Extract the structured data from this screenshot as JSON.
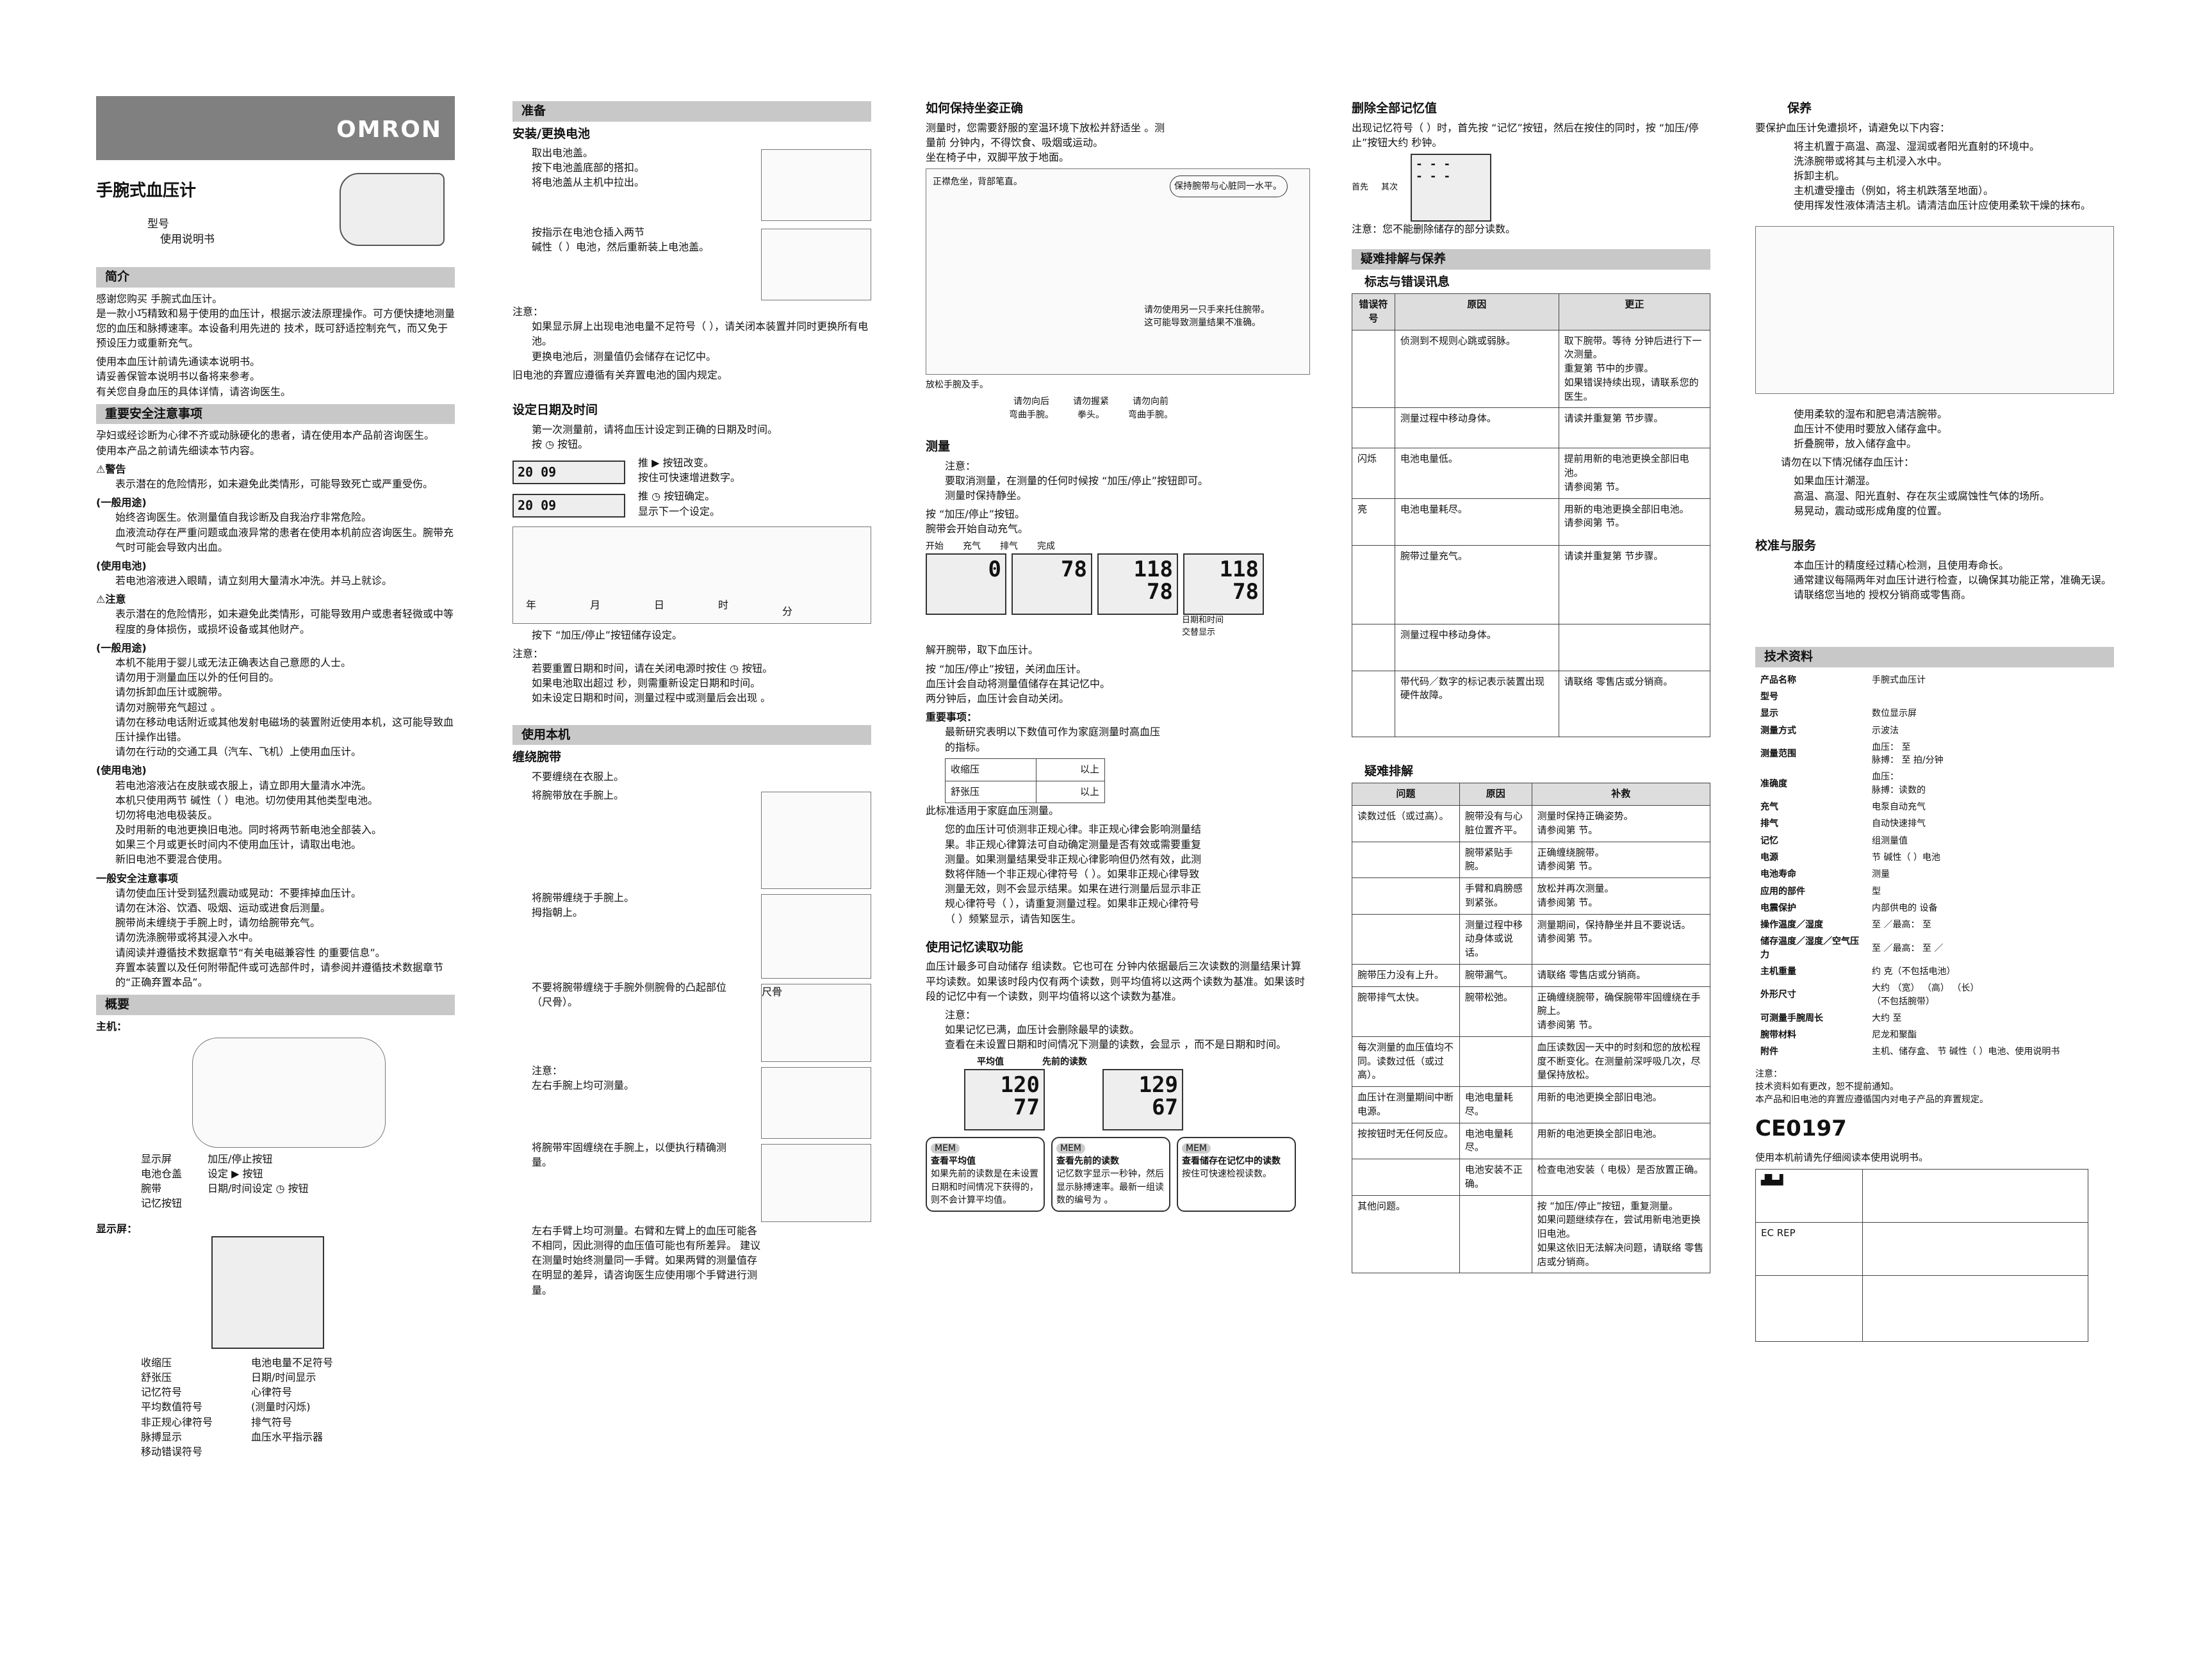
{
  "brand": "OMRON",
  "col1": {
    "title": "手腕式血压计",
    "model": "型号",
    "manual": "使用说明书",
    "intro_h": "简介",
    "intro": "感谢您购买                                        手腕式血压计。\n                    是一款小巧精致和易于使用的血压计，根据示波法原理操作。可方便快捷地测量您的血压和脉搏速率。本设备利用先进的                      技术，既可舒适控制充气，而又免于预设压力或重新充气。",
    "intro2": "使用本血压计前请先通读本说明书。\n请妥善保管本说明书以备将来参考。\n有关您自身血压的具体详情，请咨询医生。",
    "safety_h": "重要安全注意事项",
    "safety": "孕妇或经诊断为心律不齐或动脉硬化的患者，请在使用本产品前咨询医生。\n使用本产品之前请先细读本节内容。",
    "warn": "⚠警告",
    "warn_t": "表示潜在的危险情形，如未避免此类情形，可能导致死亡或严重受伤。",
    "g1": "(一般用途)",
    "g1_t": "始终咨询医生。依测量值自我诊断及自我治疗非常危险。\n血液流动存在严重问题或血液异常的患者在使用本机前应咨询医生。腕带充气时可能会导致内出血。",
    "g2": "(使用电池)",
    "g2_t": "若电池溶液进入眼睛，请立刻用大量清水冲洗。并马上就诊。",
    "caution": "⚠注意",
    "caution_t": "表示潜在的危险情形，如未避免此类情形，可能导致用户或患者轻微或中等程度的身体损伤，或损坏设备或其他财产。",
    "g3": "(一般用途)",
    "g3_t": "本机不能用于婴儿或无法正确表达自己意愿的人士。\n请勿用于测量血压以外的任何目的。\n请勿拆卸血压计或腕带。\n请勿对腕带充气超过          。\n请勿在移动电话附近或其他发射电磁场的装置附近使用本机，这可能导致血压计操作出错。\n请勿在行动的交通工具（汽车、飞机）上使用血压计。",
    "g4": "(使用电池)",
    "g4_t": "若电池溶液沾在皮肤或衣服上，请立即用大量清水冲洗。\n本机只使用两节          碱性（      ）电池。切勿使用其他类型电池。\n切勿将电池电极装反。\n及时用新的电池更换旧电池。同时将两节新电池全部装入。\n如果三个月或更长时间内不使用血压计，请取出电池。\n新旧电池不要混合使用。",
    "g5": "一般安全注意事项",
    "g5_t": "请勿使血压计受到猛烈震动或晃动：不要摔掉血压计。\n请勿在沐浴、饮酒、吸烟、运动或进食后测量。\n腕带尚未缠绕于手腕上时，请勿给腕带充气。\n请勿洗涤腕带或将其浸入水中。\n请阅读并遵循技术数据章节“有关电磁兼容性            的重要信息”。\n弃置本装置以及任何附带配件或可选部件时，请参阅并遵循技术数据章节的“正确弃置本品”。",
    "overview_h": "概要",
    "main_unit": "主机：",
    "parts_left": "显示屏\n电池仓盖\n腕带\n       记忆按钮",
    "parts_right": "加压/停止按钮\n设定  ▶  按钮\n日期/时间设定  ◷  按钮",
    "display": "显示屏：",
    "disp_left": "收缩压\n舒张压\n记忆符号\n平均数值符号\n非正规心律符号\n脉搏显示\n移动错误符号",
    "disp_right": "电池电量不足符号\n日期/时间显示\n心律符号\n(测量时闪烁)\n排气符号\n血压水平指示器"
  },
  "col2": {
    "prep_h": "准备",
    "bat_h": "安装/更换电池",
    "bat1": "取出电池盖。\n   按下电池盖底部的搭扣。\n   将电池盖从主机中拉出。",
    "bat2": "按指示在电池仓插入两节\n碱性（        ）电池，然后重新装上电池盖。",
    "note_h": "注意：",
    "bat_note": "如果显示屏上出现电池电量不足符号（ ），请关闭本装置并同时更换所有电池。\n更换电池后，测量值仍会储存在记忆中。",
    "bat_dispose": "旧电池的弃置应遵循有关弃置电池的国内规定。",
    "date_h": "设定日期及时间",
    "date1": "第一次测量前，请将血压计设定到正确的日期及时间。\n按  ◷  按钮。",
    "date2": "推  ▶  按钮改变。\n按住可快速增进数字。",
    "date3": "推  ◷  按钮确定。\n显示下一个设定。",
    "lbl_year": "年",
    "lbl_month": "月",
    "lbl_day": "日",
    "lbl_hour": "时",
    "lbl_min": "分",
    "date4": "按下                              “加压/停止”按钮储存设定。",
    "date_note": "若要重置日期和时间，请在关闭电源时按住  ◷  按钮。\n如果电池取出超过        秒，则需重新设定日期和时间。\n如未设定日期和时间，测量过程中或测量后会出现          。",
    "use_h": "使用本机",
    "wrap_h": "缠绕腕带",
    "wrap0": "不要缠绕在衣服上。",
    "wrap1": "将腕带放在手腕上。",
    "wrap2": "将腕带缠绕于手腕上。\n拇指朝上。",
    "wrap3": "不要将腕带缠绕于手腕外侧腕骨的凸起部位（尺骨）。",
    "ulna": "尺骨",
    "wrap4": "注意：\n   左右手腕上均可测量。",
    "wrap5": "将腕带牢固缠绕在手腕上，以便执行精确测量。",
    "wrap6": "左右手臂上均可测量。右臂和左臂上的血压可能各不相同，因此测得的血压值可能也有所差异。                    建议在测量时始终测量同一手臂。如果两臂的测量值存在明显的差异，请咨询医生应使用哪个手臂进行测量。"
  },
  "col3": {
    "posture_h": "如何保持坐姿正确",
    "posture": "测量时，您需要舒服的室温环境下放松并舒适坐          。测量前        分钟内，不得饮食、吸烟或运动。\n坐在椅子中，双脚平放于地面。",
    "posture_a": "正襟危坐，背部笔直。",
    "posture_b": "保持腕带与心脏同一水平。",
    "posture_c": "请勿使用另一只手来托住腕带。\n这可能导致测量结果不准确。",
    "relax": "放松手腕及手。",
    "x1": "请勿向后\n弯曲手腕。",
    "x2": "请勿握紧\n拳头。",
    "x3": "请勿向前\n弯曲手腕。",
    "measure_h": "测量",
    "measure_note": "注意：\n   要取消测量，在测量的任何时候按                                “加压/停止”按钮即可。\n   测量时保持静坐。",
    "measure1": "按                              “加压/停止”按钮。\n腕带会开始自动充气。",
    "st1": "开始",
    "st2": "充气",
    "st3": "排气",
    "st4": "完成",
    "dt_label": "日期和时间\n交替显示",
    "measure2": "解开腕带，取下血压计。",
    "measure3": "按                              “加压/停止”按钮，关闭血压计。\n血压计会自动将测量值储存在其记忆中。\n两分钟后，血压计会自动关闭。",
    "important_h": "重要事项：",
    "important": "最新研究表明以下数值可作为家庭测量时高血压的指标。",
    "bp_rows": [
      [
        "收缩压",
        "以上"
      ],
      [
        "舒张压",
        "以上"
      ]
    ],
    "important2": "此标准适用于家庭血压测量。",
    "irreg": "您的血压计可侦测非正规心律。非正规心律会影响测量结果。非正规心律算法可自动确定测量是否有效或需要重复测量。如果测量结果受非正规心律影响但仍然有效，此测数将伴随一个非正规心律符号（ ）。如果非正规心律导致测量无效，则不会显示结果。如果在进行测量后显示非正规心律符号（ ），请重复测量过程。如果非正规心律符号（ ）频繁显示，请告知医生。",
    "memory_h": "使用记忆读取功能",
    "memory": "血压计最多可自动储存          组读数。它也可在          分钟内依据最后三次读数的测量结果计算平均读数。如果该时段内仅有两个读数，则平均值将以这两个读数为基准。如果该时段的记忆中有一个读数，则平均值将以这个读数为基准。",
    "memory_note": "注意：\n   如果记忆已满，血压计会删除最早的读数。\n   查看在未设置日期和时间情况下测量的读数，会显示          ，而不是日期和时间。",
    "avg_lbl": "平均值",
    "prev_lbl": "先前的读数",
    "mem_key": "MEM",
    "box1_h": "查看平均值",
    "box1": "如果先前的读数是在未设置日期和时间情况下获得的，则不会计算平均值。",
    "box2_h": "查看先前的读数",
    "box2": "记忆数字显示一秒钟，然后显示脉搏速率。最新一组读数的编号为      。",
    "box3_h": "查看储存在记忆中的读数",
    "box3": "按住可快速检视读数。"
  },
  "col4": {
    "del_h": "删除全部记忆值",
    "del": "出现记忆符号（ ）时，首先按              “记忆”按钮，然后在按住的同时，按                        “加压/停止”按钮大约        秒钟。",
    "del_lbl1": "首先",
    "del_lbl2": "其次",
    "del_note": "注意：您不能删除储存的部分读数。",
    "trouble_h": "疑难排解与保养",
    "err_h": "标志与错误讯息",
    "err_cols": [
      "错误符号",
      "原因",
      "更正"
    ],
    "err_rows": [
      [
        "",
        "侦测到不规则心跳或弱脉。",
        "取下腕带。等待          分钟后进行下一次测量。\n重复第          节中的步骤。\n如果错误持续出现，请联系您的医生。"
      ],
      [
        "",
        "测量过程中移动身体。",
        "请读并重复第          节步骤。"
      ],
      [
        "闪烁",
        "电池电量低。",
        "提前用新的电池更换全部旧电池。\n请参阅第          节。"
      ],
      [
        "亮",
        "电池电量耗尽。",
        "用新的电池更换全部旧电池。\n请参阅第          节。"
      ],
      [
        "",
        "腕带过量充气。",
        "请读并重复第          节步骤。"
      ],
      [
        "",
        "测量过程中移动身体。",
        ""
      ],
      [
        "",
        "带代码／数字的标记表示装置出现硬件故障。",
        "请联络                    零售店或分销商。"
      ]
    ],
    "prob_h": "疑难排解",
    "prob_cols": [
      "问题",
      "原因",
      "补救"
    ],
    "prob_rows": [
      [
        "读数过低（或过高）。",
        "腕带没有与心脏位置齐平。",
        "测量时保持正确姿势。\n请参阅第          节。"
      ],
      [
        "",
        "腕带紧贴手腕。",
        "正确缠绕腕带。\n请参阅第          节。"
      ],
      [
        "",
        "手臂和肩膀感到紧张。",
        "放松并再次测量。\n请参阅第          节。"
      ],
      [
        "",
        "测量过程中移动身体或说话。",
        "测量期间，保持静坐并且不要说话。\n请参阅第          节。"
      ],
      [
        "腕带压力没有上升。",
        "腕带漏气。",
        "请联络                    零售店或分销商。"
      ],
      [
        "腕带排气太快。",
        "腕带松弛。",
        "正确缠绕腕带，确保腕带牢固缠绕在手腕上。\n请参阅第          节。"
      ],
      [
        "每次测量的血压值均不同。读数过低（或过高）。",
        "",
        "血压读数因一天中的时刻和您的放松程度不断变化。在测量前深呼吸几次，尽量保持放松。"
      ],
      [
        "血压计在测量期间中断电源。",
        "电池电量耗尽。",
        "用新的电池更换全部旧电池。"
      ],
      [
        "按按钮时无任何反应。",
        "电池电量耗尽。",
        "用新的电池更换全部旧电池。"
      ],
      [
        "",
        "电池安装不正确。",
        "检查电池安装（         电极）是否放置正确。"
      ],
      [
        "其他问题。",
        "",
        "按                    “加压/停止”按钮，重复测量。\n如果问题继续存在，尝试用新电池更换旧电池。\n如果这依旧无法解决问题，请联络                    零售店或分销商。"
      ]
    ]
  },
  "col5": {
    "maint_h": "保养",
    "maint": "要保护血压计免遭损坏，请避免以下内容：",
    "maint_list": "将主机置于高温、高湿、湿润或者阳光直射的环境中。\n洗涤腕带或将其与主机浸入水中。\n拆卸主机。\n主机遭受撞击（例如，将主机跌落至地面）。\n使用挥发性液体清洁主机。请清洁血压计应使用柔软干燥的抹布。",
    "maint2": "使用柔软的湿布和肥皂清洁腕带。\n血压计不使用时要放入储存盒中。\n折叠腕带，放入储存盒中。",
    "maint3": "请勿在以下情况储存血压计：",
    "maint3_list": "如果血压计潮湿。\n高温、高湿、阳光直射、存在灰尘或腐蚀性气体的场所。\n易晃动，震动或形成角度的位置。",
    "calib_h": "校准与服务",
    "calib": "本血压计的精度经过精心检测，且使用寿命长。\n通常建议每隔两年对血压计进行检查，以确保其功能正常，准确无误。请联络您当地的                授权分销商或零售商。",
    "spec_h": "技术资料",
    "spec": [
      [
        "产品名称",
        "手腕式血压计"
      ],
      [
        "型号",
        ""
      ],
      [
        "显示",
        "          数位显示屏"
      ],
      [
        "测量方式",
        "示波法"
      ],
      [
        "测量范围",
        "血压：          至\n脉搏：          至          拍/分钟"
      ],
      [
        "准确度",
        "血压：\n脉搏：读数的"
      ],
      [
        "充气",
        "电泵自动充气"
      ],
      [
        "排气",
        "自动快速排气"
      ],
      [
        "记忆",
        "          组测量值"
      ],
      [
        "电源",
        "          节              碱性（      ）电池"
      ],
      [
        "电池寿命",
        "          测量"
      ],
      [
        "应用的部件",
        "          型"
      ],
      [
        "电震保护",
        "内部供电的          设备"
      ],
      [
        "操作温度／湿度",
        "          至              ／最高：          至"
      ],
      [
        "储存温度／湿度／空气压力",
        "          至              ／最高：          至          ／"
      ],
      [
        "主机重量",
        "约        克（不包括电池）"
      ],
      [
        "外形尺寸",
        "大约          （宽）          （高）          （长）\n（不包括腕带）"
      ],
      [
        "可测量手腕周长",
        "大约          至"
      ],
      [
        "腕带材料",
        "尼龙和聚酯"
      ],
      [
        "附件",
        "主机、储存盒、        节              碱性（      ）电池、使用说明书"
      ]
    ],
    "spec_note": "注意：\n  技术资料如有更改，恕不提前通知。\n  本产品和旧电池的弃置应遵循国内对电子产品的弃置规定。",
    "ce": "CE0197",
    "read_manual": "使用本机前请先仔细阅读本使用说明书。",
    "ec_rep": "EC  REP"
  }
}
